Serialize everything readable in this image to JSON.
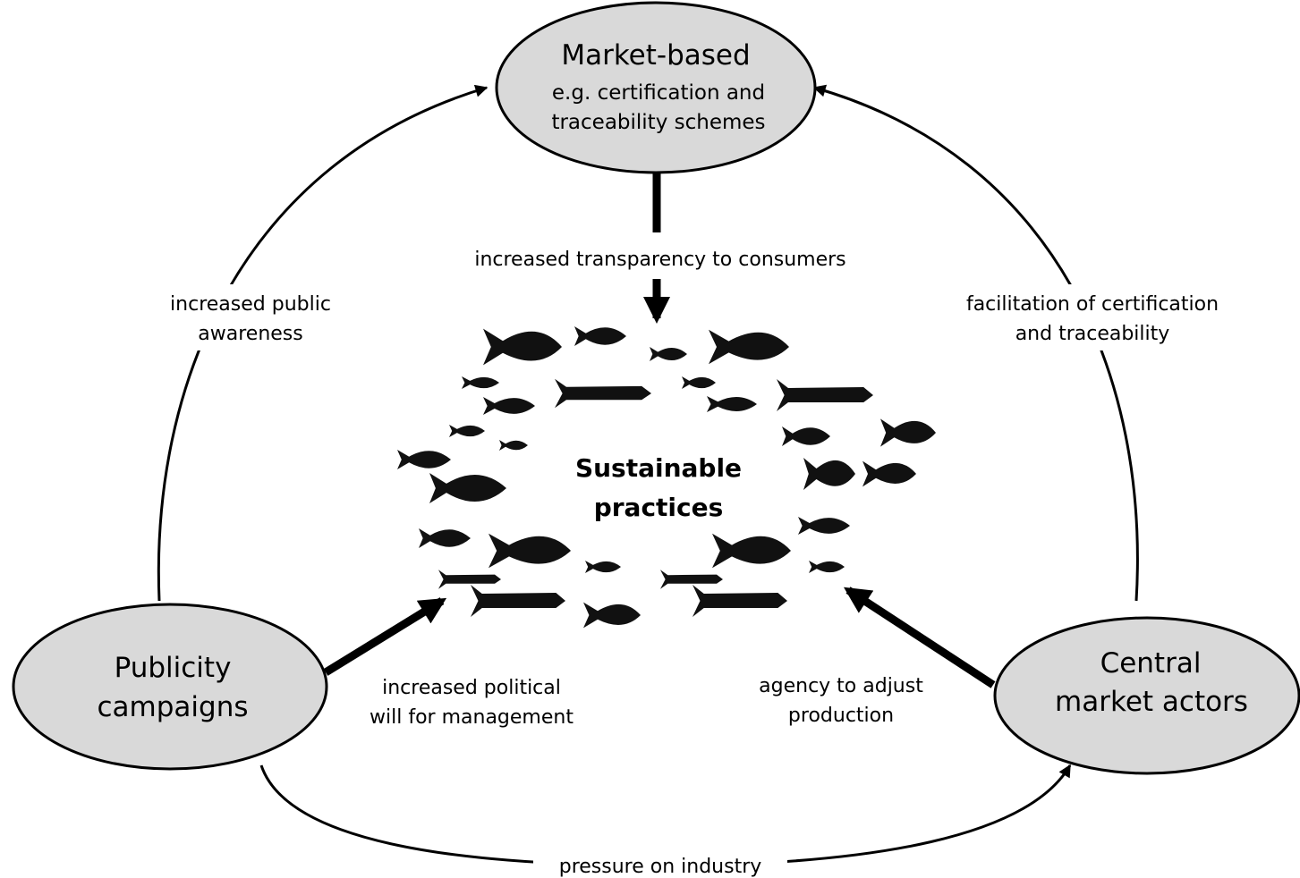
{
  "nodes": {
    "market_based": {
      "title": "Market-based",
      "subtitle_line1": "e.g. certification and",
      "subtitle_line2": "traceability schemes"
    },
    "publicity": {
      "line1": "Publicity",
      "line2": "campaigns"
    },
    "central": {
      "line1": "Central",
      "line2": "market actors"
    }
  },
  "center": {
    "line1": "Sustainable",
    "line2": "practices"
  },
  "edges": {
    "transparency": "increased transparency to consumers",
    "public_awareness": {
      "line1": "increased public",
      "line2": "awareness"
    },
    "facilitation": {
      "line1": "facilitation of certification",
      "line2": "and traceability"
    },
    "political_will": {
      "line1": "increased political",
      "line2": "will for management"
    },
    "agency": {
      "line1": "agency to adjust",
      "line2": "production"
    },
    "pressure": "pressure on industry"
  },
  "colors": {
    "node_fill": "#d9d9d9",
    "stroke": "#000000",
    "fish": "#111111"
  }
}
